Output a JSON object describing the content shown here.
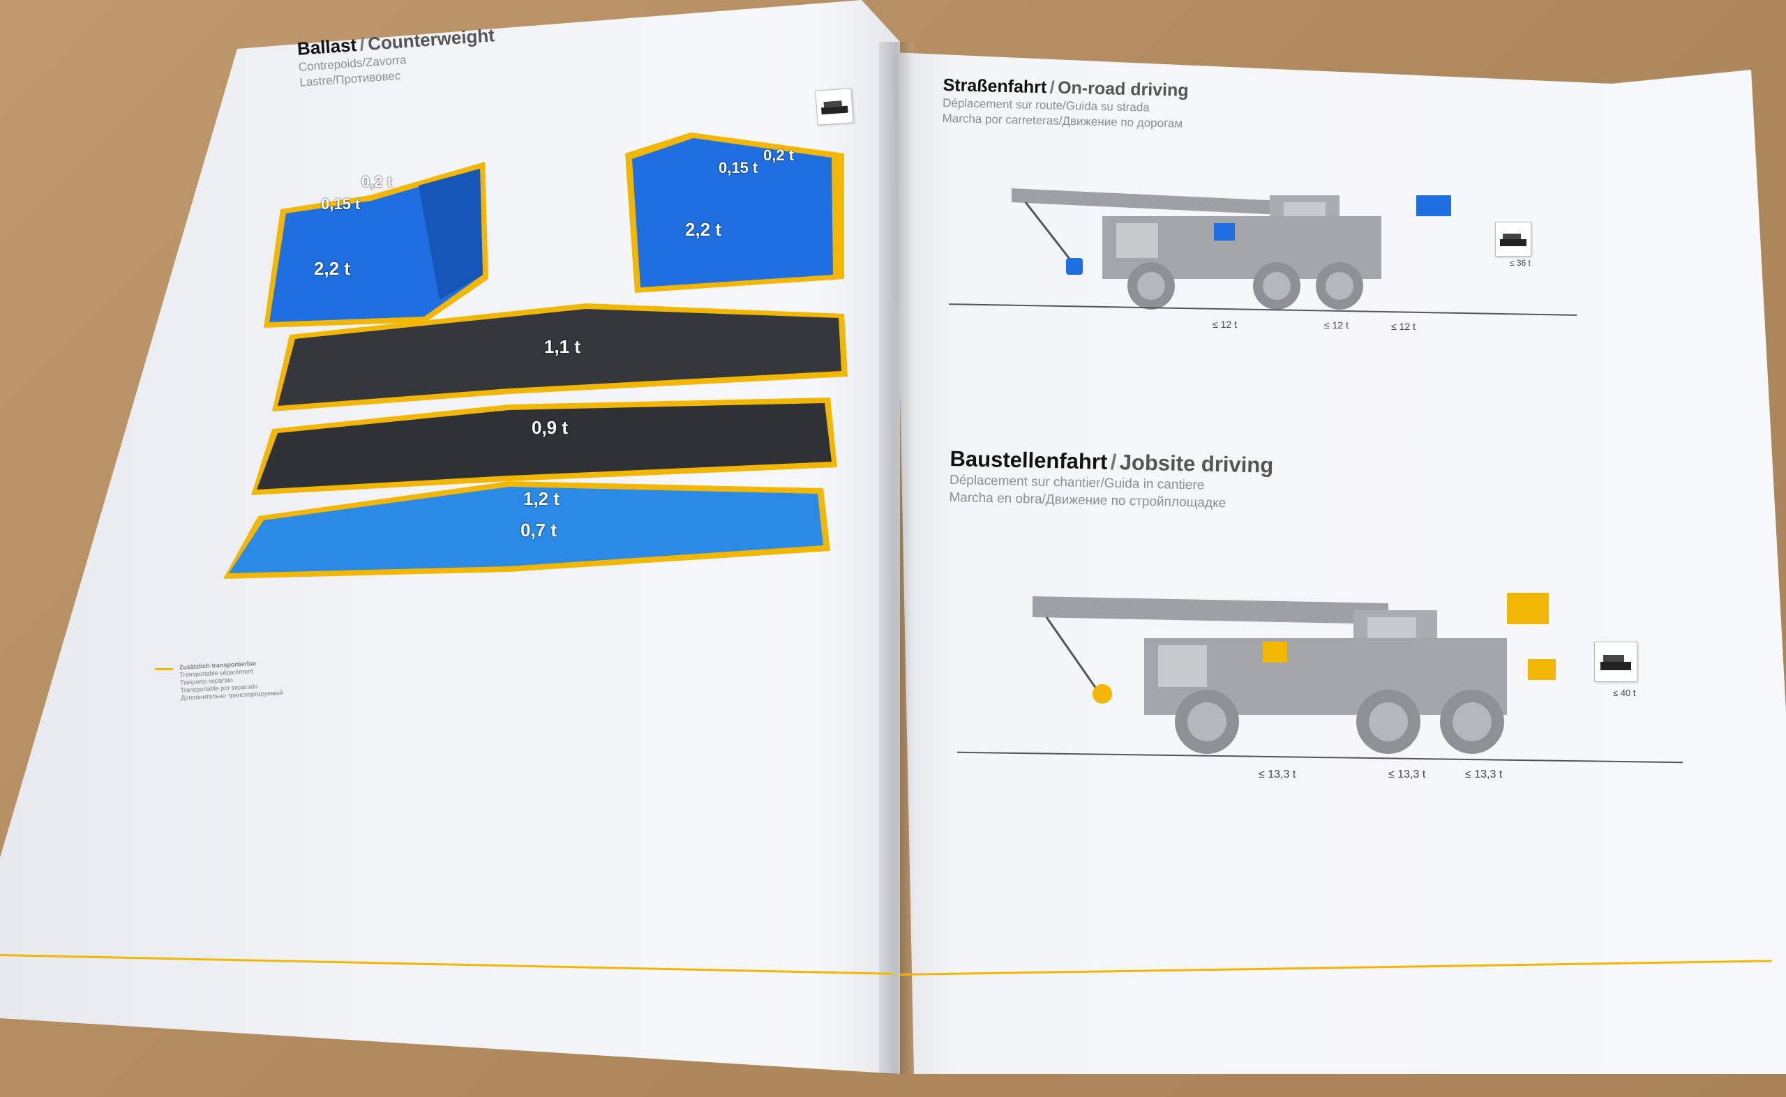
{
  "left_page": {
    "title_main": "Ballast",
    "title_sep": "/",
    "title_en": "Counterweight",
    "subtitle_1": "Contrepoids/Zavorra",
    "subtitle_2": "Lastre/Противовес",
    "weights": {
      "block_left_top": "0,2 t",
      "block_left_mid": "0,15 t",
      "block_left_main": "2,2 t",
      "block_right_top": "0,2 t",
      "block_right_mid": "0,15 t",
      "block_right_main": "2,2 t",
      "slab_1": "1,1 t",
      "slab_2": "0,9 t",
      "base_1": "1,2 t",
      "base_2": "0,7 t"
    },
    "legend": {
      "heading": "Zusätzlich transportierbar",
      "lines": [
        "Transportable séparément",
        "Trasporto separato",
        "Transportable por separado",
        "Дополнительно транспортируемый"
      ]
    }
  },
  "right_page": {
    "section1": {
      "title_main": "Straßenfahrt",
      "title_sep": "/",
      "title_en": "On-road driving",
      "sub_1": "Déplacement sur route/Guida su strada",
      "sub_2": "Marcha por carreteras/Движение по дорогам",
      "axle_loads": [
        "≤ 12 t",
        "≤ 12 t",
        "≤ 12 t"
      ],
      "total": "≤ 36 t"
    },
    "section2": {
      "title_main": "Baustellenfahrt",
      "title_sep": "/",
      "title_en": "Jobsite driving",
      "sub_1": "Déplacement sur chantier/Guida in cantiere",
      "sub_2": "Marcha en obra/Движение по стройплощадке",
      "axle_loads": [
        "≤ 13,3 t",
        "≤ 13,3 t",
        "≤ 13,3 t"
      ],
      "total": "≤ 40 t"
    }
  },
  "colors": {
    "accent_yellow": "#f2b705",
    "counterweight_blue": "#1f6fe0",
    "slab_dark": "#3a3d42",
    "crane_grey": "#9da1a6"
  }
}
